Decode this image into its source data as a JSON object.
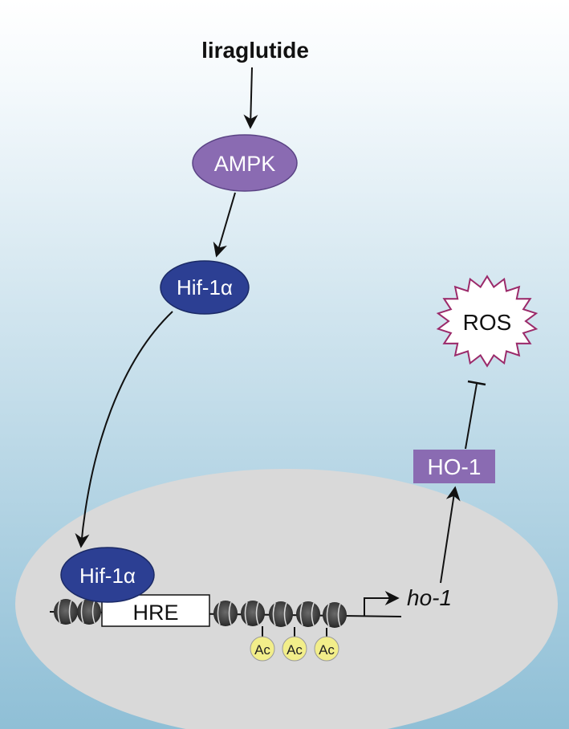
{
  "diagram": {
    "input_label": "liraglutide",
    "ampk_label": "AMPK",
    "hif_cyto_label": "Hif-1α",
    "hif_nuclear_label": "Hif-1α",
    "hre_label": "HRE",
    "gene_label": "ho-1",
    "protein_label": "HO-1",
    "ros_label": "ROS",
    "ac_marks": [
      "Ac",
      "Ac",
      "Ac"
    ]
  },
  "colors": {
    "background_top": "#ffffff",
    "background_bottom": "#8fbfd6",
    "nucleus": "#d9d9d9",
    "ampk": "#8a6bb2",
    "hif": "#2c3f93",
    "ho1": "#8a6bb2",
    "ros_outline": "#9b2a6a",
    "acetyl": "#f2ee8a"
  }
}
